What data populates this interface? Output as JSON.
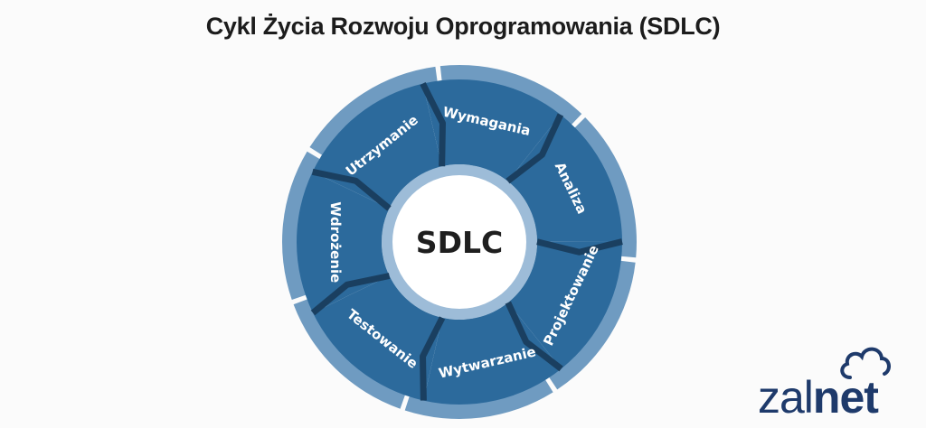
{
  "title": "Cykl Życia Rozwoju Oprogramowania (SDLC)",
  "center_label": "SDLC",
  "phases": [
    {
      "label": "Wymagania"
    },
    {
      "label": "Analiza"
    },
    {
      "label": "Projektowanie"
    },
    {
      "label": "Wytwarzanie"
    },
    {
      "label": "Testowanie"
    },
    {
      "label": "Wdrożenie"
    },
    {
      "label": "Utrzymanie"
    }
  ],
  "colors": {
    "segment_fill": "#2c6a9c",
    "outer_band": "#6f9bc1",
    "inner_band": "#9dbcd8",
    "divider": "#1a3f60",
    "background": "#fbfbfb"
  },
  "logo": {
    "text_part1": "zal",
    "text_part2": "net",
    "icon": "cloud-icon"
  }
}
